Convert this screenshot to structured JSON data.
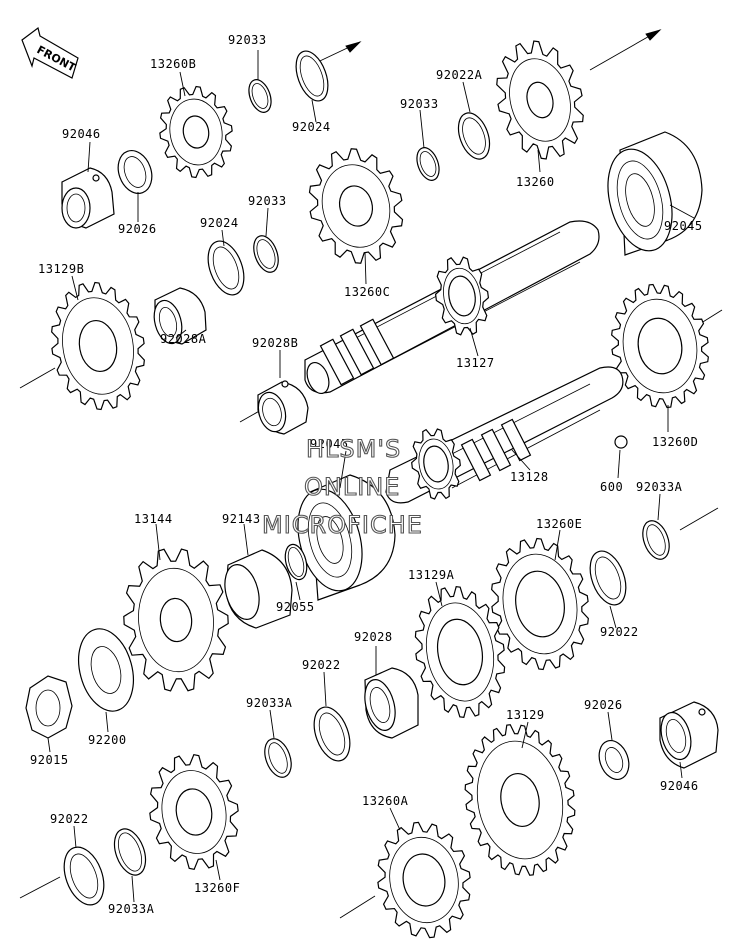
{
  "front_arrow_label": "FRONT",
  "watermark": [
    "HLSM'S",
    "ONLINE",
    "MICROFICHE"
  ],
  "labels": [
    "92033",
    "13260B",
    "92024",
    "92022A",
    "92046",
    "92026",
    "92033",
    "13260",
    "92033",
    "92024",
    "13260C",
    "92045",
    "13129B",
    "92028A",
    "92028B",
    "13127",
    "13260D",
    "92045",
    "13128",
    "600",
    "92033A",
    "13144",
    "92143",
    "13260E",
    "92055",
    "13129A",
    "92022",
    "92028",
    "92022",
    "92015",
    "92200",
    "92033A",
    "92026",
    "13129",
    "92046",
    "92022",
    "13260A",
    "92033A",
    "13260F"
  ]
}
